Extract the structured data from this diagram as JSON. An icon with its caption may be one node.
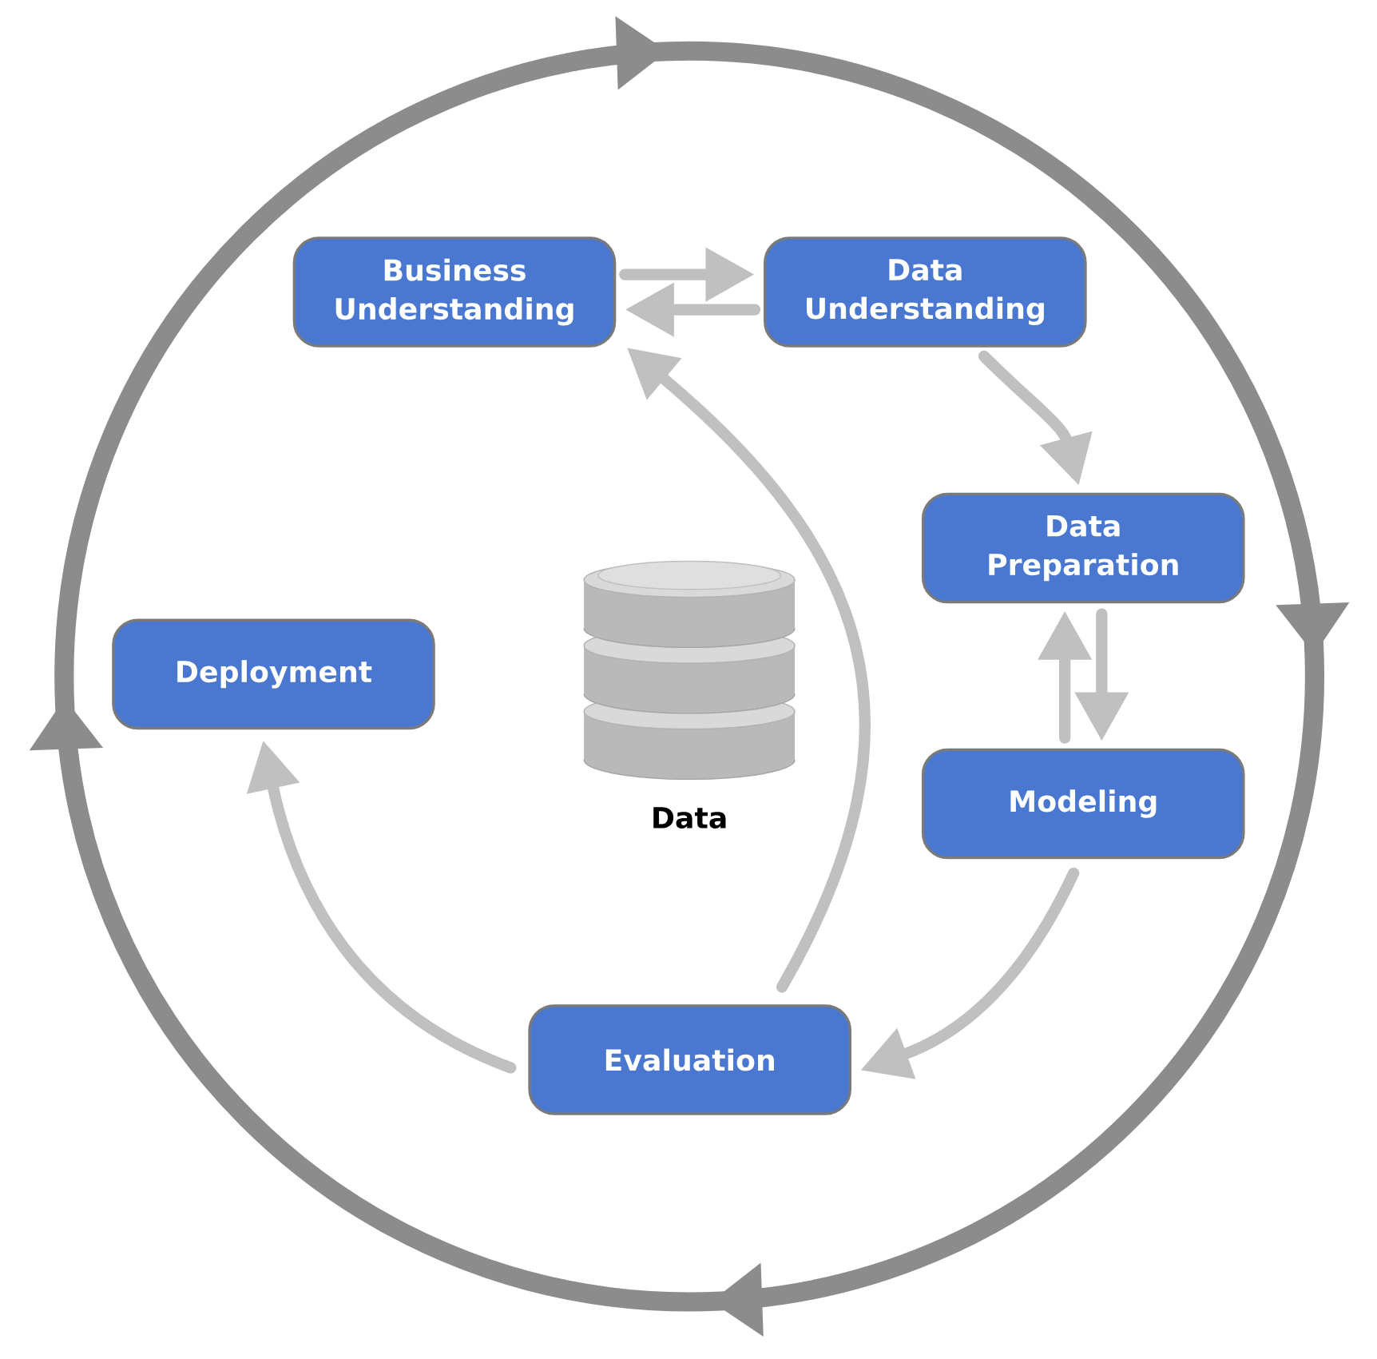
{
  "diagram": {
    "nodes": [
      {
        "text": [
          "Business Understanding"
        ]
      },
      {
        "text": [
          "Data Understanding"
        ]
      },
      {
        "text": [
          "Data Preparation"
        ]
      },
      {
        "text": [
          "Modeling"
        ]
      },
      {
        "text": [
          "Evaluation"
        ]
      },
      {
        "text": [
          "Deployment"
        ]
      }
    ],
    "edges": [
      {
        "from": 0,
        "to": 1,
        "arrow": "to"
      },
      {
        "from": 1,
        "to": 0,
        "arrow": "to"
      },
      {
        "from": 1,
        "to": 2,
        "arrow": "to"
      },
      {
        "from": 2,
        "to": 3,
        "arrow": "to"
      },
      {
        "from": 3,
        "to": 2,
        "arrow": "to"
      },
      {
        "from": 3,
        "to": 4,
        "arrow": "to"
      },
      {
        "from": 4,
        "to": 0,
        "arrow": "to"
      },
      {
        "from": 4,
        "to": 5,
        "arrow": "to"
      }
    ],
    "labels": [
      "Data"
    ]
  }
}
